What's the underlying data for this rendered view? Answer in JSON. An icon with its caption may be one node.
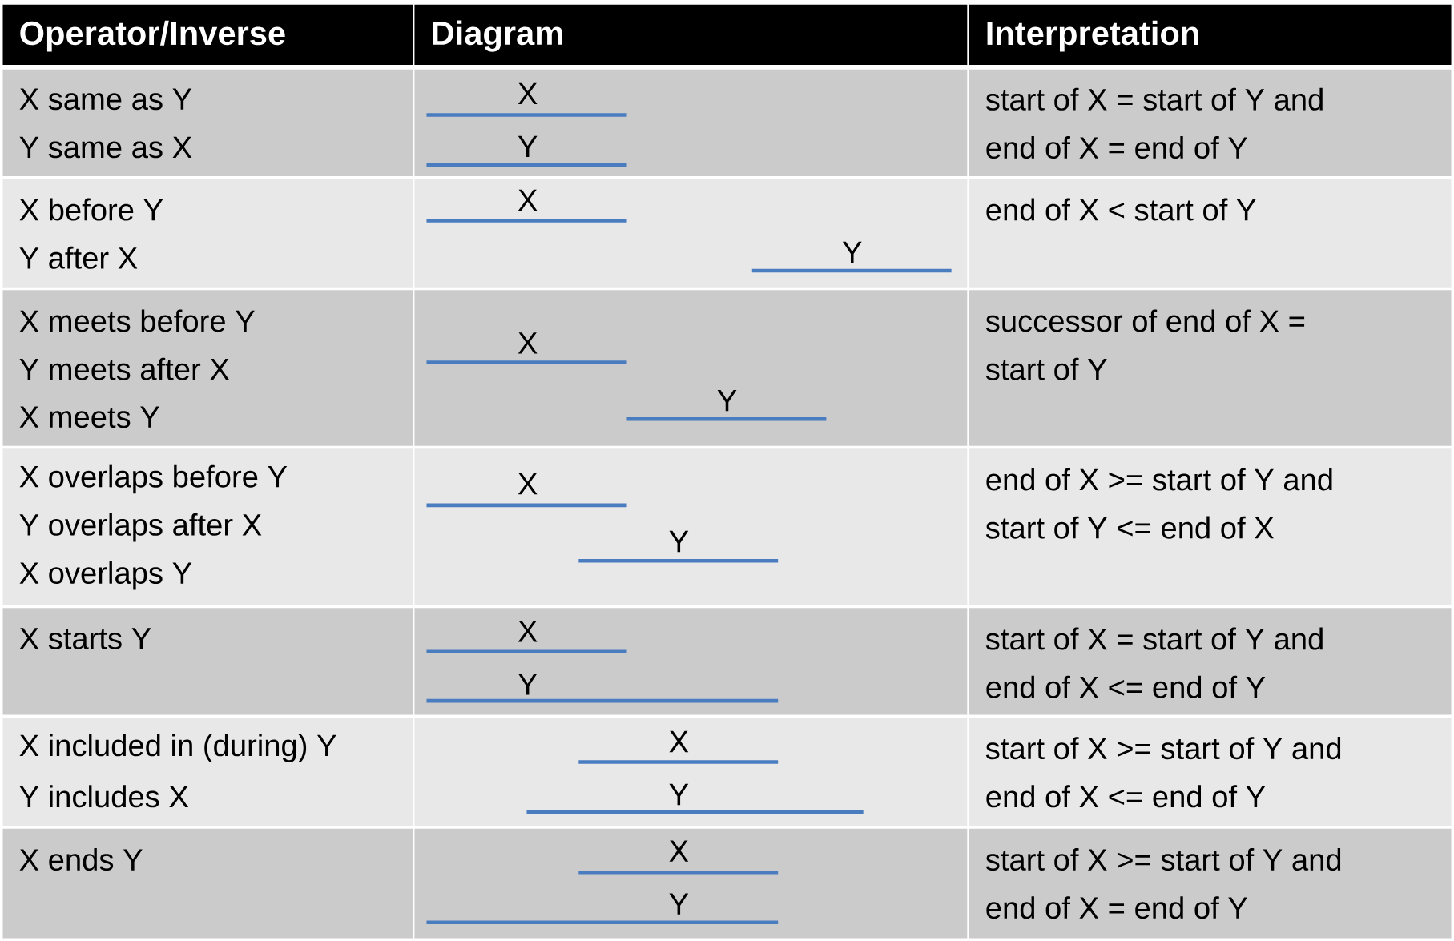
{
  "diagram": {
    "labels": [
      "Operator/Inverse",
      "Diagram",
      "Interpretation",
      "X same as Y",
      "Y same as X",
      "X",
      "Y",
      "start of X = start of Y and",
      "end of X = end of Y",
      "X before Y",
      "Y after X",
      "X",
      "Y",
      "end of X < start of Y",
      "X meets before Y",
      "Y meets after X",
      "X meets Y",
      "X",
      "Y",
      "successor of end of X =",
      "start of Y",
      "X overlaps before Y",
      "Y overlaps after X",
      "X overlaps Y",
      "X",
      "Y",
      "end of X >= start of Y and",
      "start of Y <= end of X",
      "X starts Y",
      "X",
      "Y",
      "start of X = start of Y and",
      "end of X <= end of Y",
      "X included in (during) Y",
      "Y includes X",
      "X",
      "Y",
      "start of X >= start of Y and",
      "end of X <= end of Y",
      "X ends Y",
      "X",
      "Y",
      "start of X >= start of Y and",
      "end of X = end of Y"
    ]
  }
}
